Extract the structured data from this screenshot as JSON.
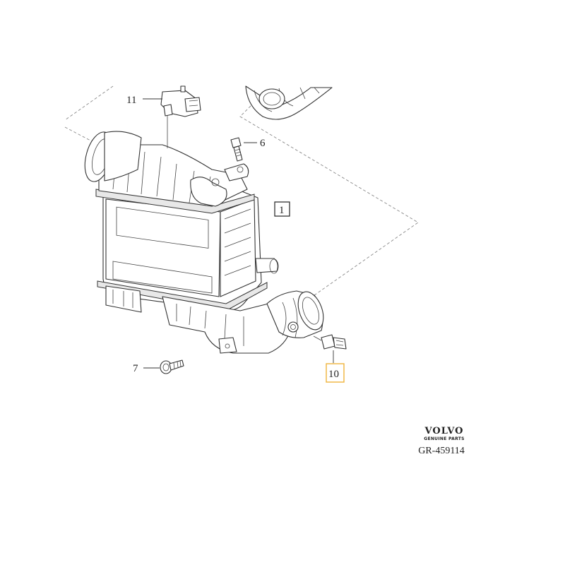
{
  "diagram": {
    "callouts": [
      {
        "id": "1",
        "label": "1",
        "boxed": true,
        "highlighted": false
      },
      {
        "id": "6",
        "label": "6",
        "boxed": false,
        "highlighted": false
      },
      {
        "id": "7",
        "label": "7",
        "boxed": false,
        "highlighted": false
      },
      {
        "id": "10",
        "label": "10",
        "boxed": true,
        "highlighted": true
      },
      {
        "id": "11",
        "label": "11",
        "boxed": false,
        "highlighted": false
      }
    ],
    "highlight_color": "#f0b43c"
  },
  "branding": {
    "logo_text": "VOLVO",
    "logo_subtext": "GENUINE PARTS",
    "reference_code": "GR-459114"
  }
}
